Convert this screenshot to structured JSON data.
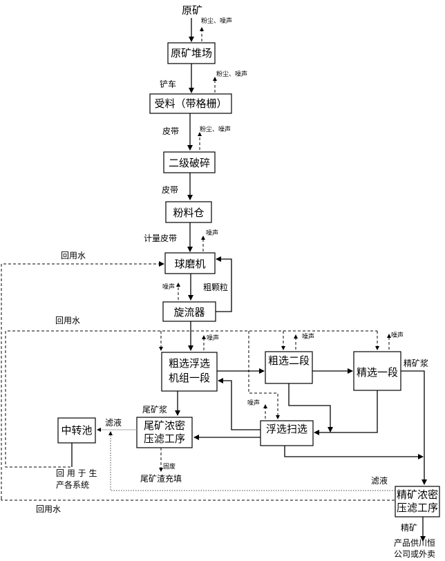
{
  "nodes": {
    "raw_ore": "原矿",
    "raw_yard": "原矿堆场",
    "receiving": "受料（带格栅）",
    "crushing": "二级破碎",
    "powder_bin": "粉料仓",
    "ball_mill": "球磨机",
    "cyclone": "旋流器",
    "rough_flot_1": [
      "粗选浮选",
      "机组一段"
    ],
    "rough_2": "粗选二段",
    "clean_1": "精选一段",
    "scavenge": "浮选扫选",
    "tailing_press": [
      "尾矿浓密",
      "压滤工序"
    ],
    "transfer_pool": "中转池",
    "conc_press": [
      "精矿浓密",
      "压滤工序"
    ]
  },
  "labels": {
    "dust_noise": "粉尘、噪声",
    "noise": "噪声",
    "loader": "铲车",
    "belt": "皮带",
    "metering_belt": "计量皮带",
    "coarse": "粗颗粒",
    "return_water": "回用水",
    "tailing_slurry": "尾矿浆",
    "filtrate": "滤液",
    "solid_waste": "固废",
    "tailing_fill": "尾矿渣充填",
    "reuse_1": "回 用 于 生",
    "reuse_2": "产各系统",
    "conc_slurry": "精矿浆",
    "concentrate": "精矿",
    "product_1": "产品供川恒",
    "product_2": "公司或外卖"
  }
}
